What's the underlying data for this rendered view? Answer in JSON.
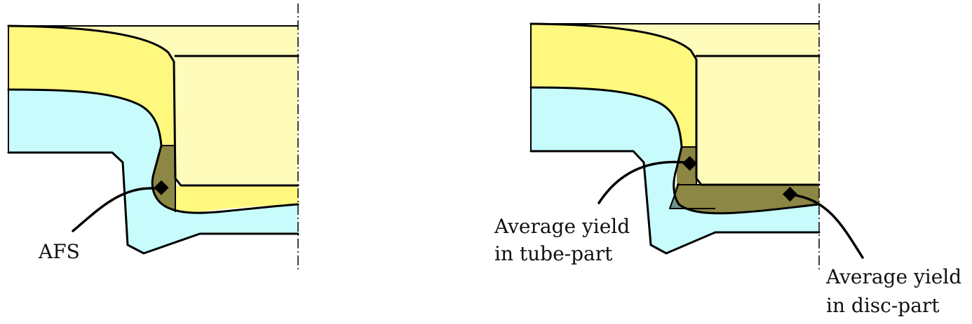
{
  "labels": {
    "afs": "AFS",
    "tube_line1": "Average yield",
    "tube_line2": "in tube-part",
    "disc_line1": "Average yield",
    "disc_line2": "in disc-part"
  },
  "colors": {
    "pale_yellow": "#fffbbb",
    "yellow": "#fef87e",
    "light_cyan": "#c8fcfc",
    "olive": "#8c8744",
    "teal": "#6f968c",
    "outline": "#000000"
  }
}
